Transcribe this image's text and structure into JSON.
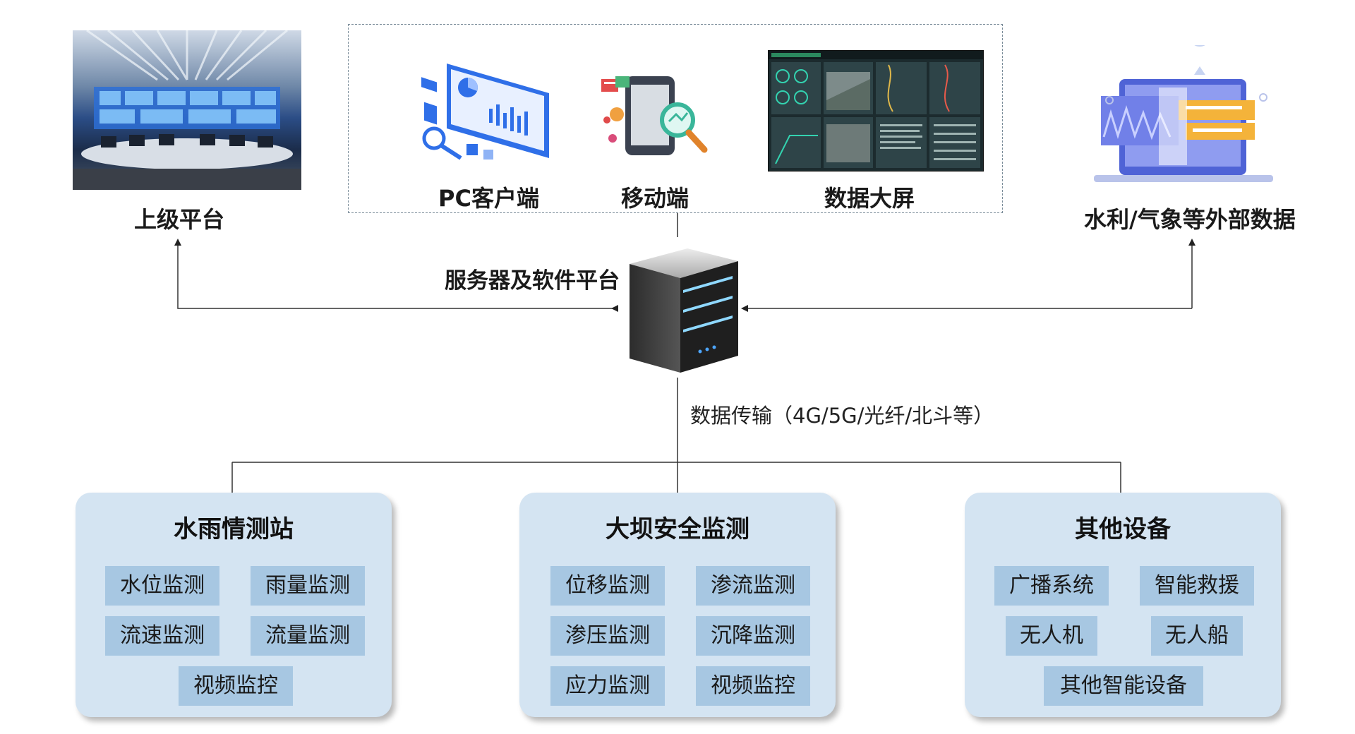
{
  "top_left": {
    "label": "上级平台",
    "image": "control-room-photo"
  },
  "clients": {
    "pc": {
      "label": "PC客户端",
      "icon": "pc-dashboard-icon"
    },
    "mobile": {
      "label": "移动端",
      "icon": "mobile-search-icon"
    },
    "bigscreen": {
      "label": "数据大屏",
      "image": "dashboard-screenshot"
    }
  },
  "top_right": {
    "label": "水利/气象等外部数据",
    "icon": "laptop-data-icon"
  },
  "server": {
    "label": "服务器及软件平台",
    "icon": "server-icon"
  },
  "transmission": {
    "label": "数据传输（4G/5G/光纤/北斗等）"
  },
  "panels": [
    {
      "title": "水雨情测站",
      "tags": [
        "水位监测",
        "雨量监测",
        "流速监测",
        "流量监测",
        "视频监控"
      ]
    },
    {
      "title": "大坝安全监测",
      "tags": [
        "位移监测",
        "渗流监测",
        "渗压监测",
        "沉降监测",
        "应力监测",
        "视频监控"
      ]
    },
    {
      "title": "其他设备",
      "tags": [
        "广播系统",
        "智能救援",
        "无人机",
        "无人船",
        "其他智能设备"
      ]
    }
  ],
  "colors": {
    "panel_bg": "#d4e4f2",
    "tag_bg": "#a7c7e2",
    "line": "#333333"
  }
}
